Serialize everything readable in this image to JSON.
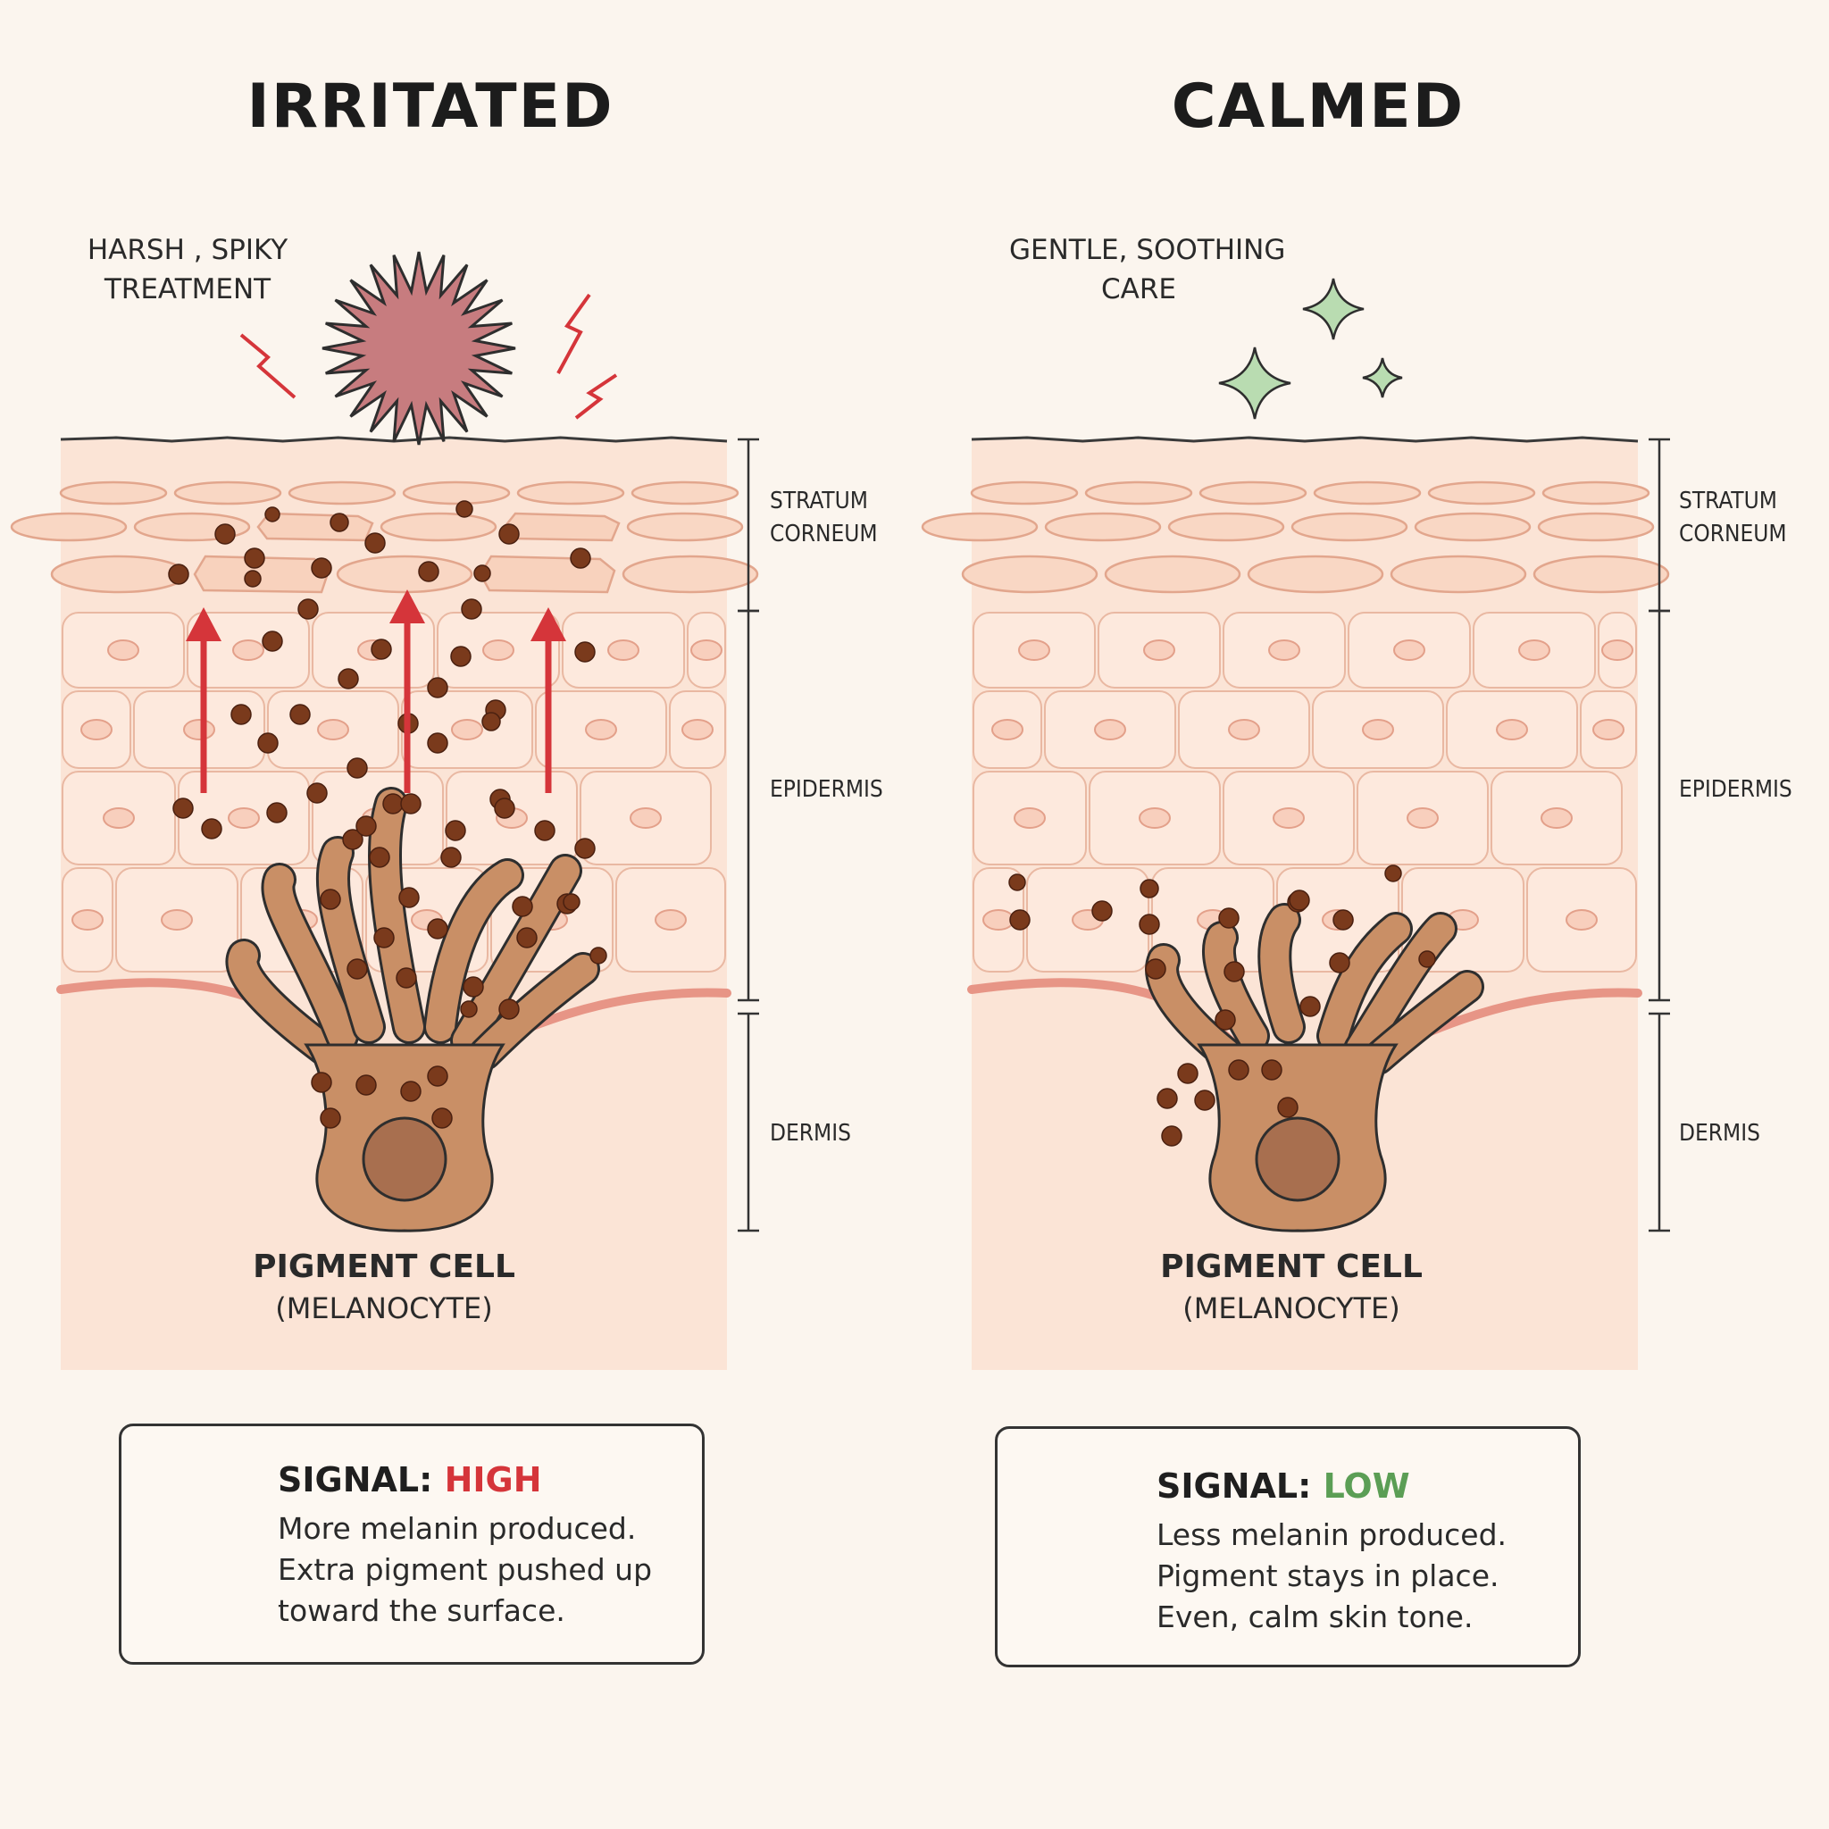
{
  "colors": {
    "background": "#fbf5ee",
    "skin": "#fbe4d6",
    "cell_outline": "#e2a68d",
    "melanocyte": "#c98f66",
    "melanin": "#7a3a1c",
    "irritation_red": "#d5353a",
    "calm_green": "#5b9e55"
  },
  "panels": [
    {
      "title": "IRRITATED",
      "treatment_lines": [
        "HARSH , SPIKY",
        "TREATMENT"
      ],
      "treatment_icon": "spiky-starburst-icon",
      "layers": [
        {
          "name": "stratum",
          "lines": [
            "STRATUM",
            "CORNEUM"
          ]
        },
        {
          "name": "epidermis",
          "lines": [
            "EPIDERMIS"
          ]
        },
        {
          "name": "dermis",
          "lines": [
            "DERMIS"
          ]
        }
      ],
      "cell_title": "PIGMENT CELL",
      "cell_sub": "(MELANOCYTE)",
      "signal": {
        "prefix": "SIGNAL:",
        "level": "HIGH",
        "direction": "up",
        "lines": [
          "More melanin produced.",
          "Extra pigment pushed up",
          "toward the surface."
        ]
      }
    },
    {
      "title": "CALMED",
      "treatment_lines": [
        "GENTLE, SOOTHING",
        "CARE"
      ],
      "treatment_icon": "sparkle-icon",
      "layers": [
        {
          "name": "stratum",
          "lines": [
            "STRATUM",
            "CORNEUM"
          ]
        },
        {
          "name": "epidermis",
          "lines": [
            "EPIDERMIS"
          ]
        },
        {
          "name": "dermis",
          "lines": [
            "DERMIS"
          ]
        }
      ],
      "cell_title": "PIGMENT CELL",
      "cell_sub": "(MELANOCYTE)",
      "signal": {
        "prefix": "SIGNAL:",
        "level": "LOW",
        "direction": "down",
        "lines": [
          "Less melanin produced.",
          "Pigment stays in place.",
          "Even, calm skin tone."
        ]
      }
    }
  ]
}
